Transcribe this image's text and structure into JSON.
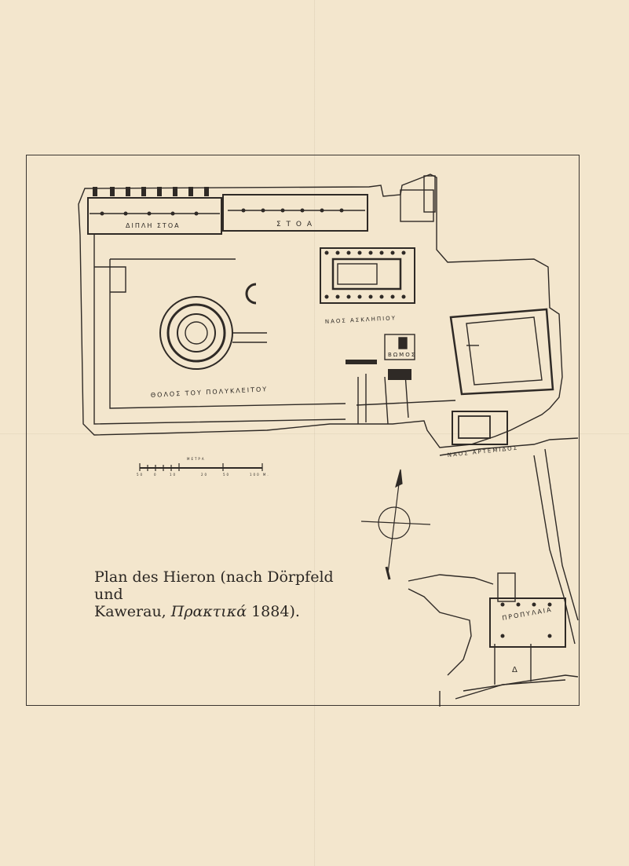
{
  "labels": {
    "stoa_west": "ΔΙΠΛΗ ΣΤΟΑ",
    "stoa_east": "Σ Τ Ο Α",
    "temple_asklepios": "ΝΑΟΣ ΑΣΚΛΗΠΙΟΥ",
    "altar": "ΒΩΜΟΣ",
    "tholos": "ΘΟΛΟΣ ΤΟΥ ΠΟΛΥΚΛΕΙΤΟΥ",
    "temple_artemis": "ΝΑΟΣ ΑΡΤΕΜΙΔΟΣ",
    "propylaia": "ΠΡΟΠΥΛΑΙΑ",
    "marker_delta": "Δ"
  },
  "scale": {
    "title": "ΜΕΤΡΑ",
    "ticks": [
      "50",
      "0",
      "10",
      "20",
      "50",
      "100 Μ."
    ]
  },
  "caption": {
    "line1": "Plan des Hieron (nach Dörpfeld und",
    "line2_prefix": "Kawerau, ",
    "line2_greek": "Πρακτικά",
    "line2_suffix": " 1884)."
  }
}
